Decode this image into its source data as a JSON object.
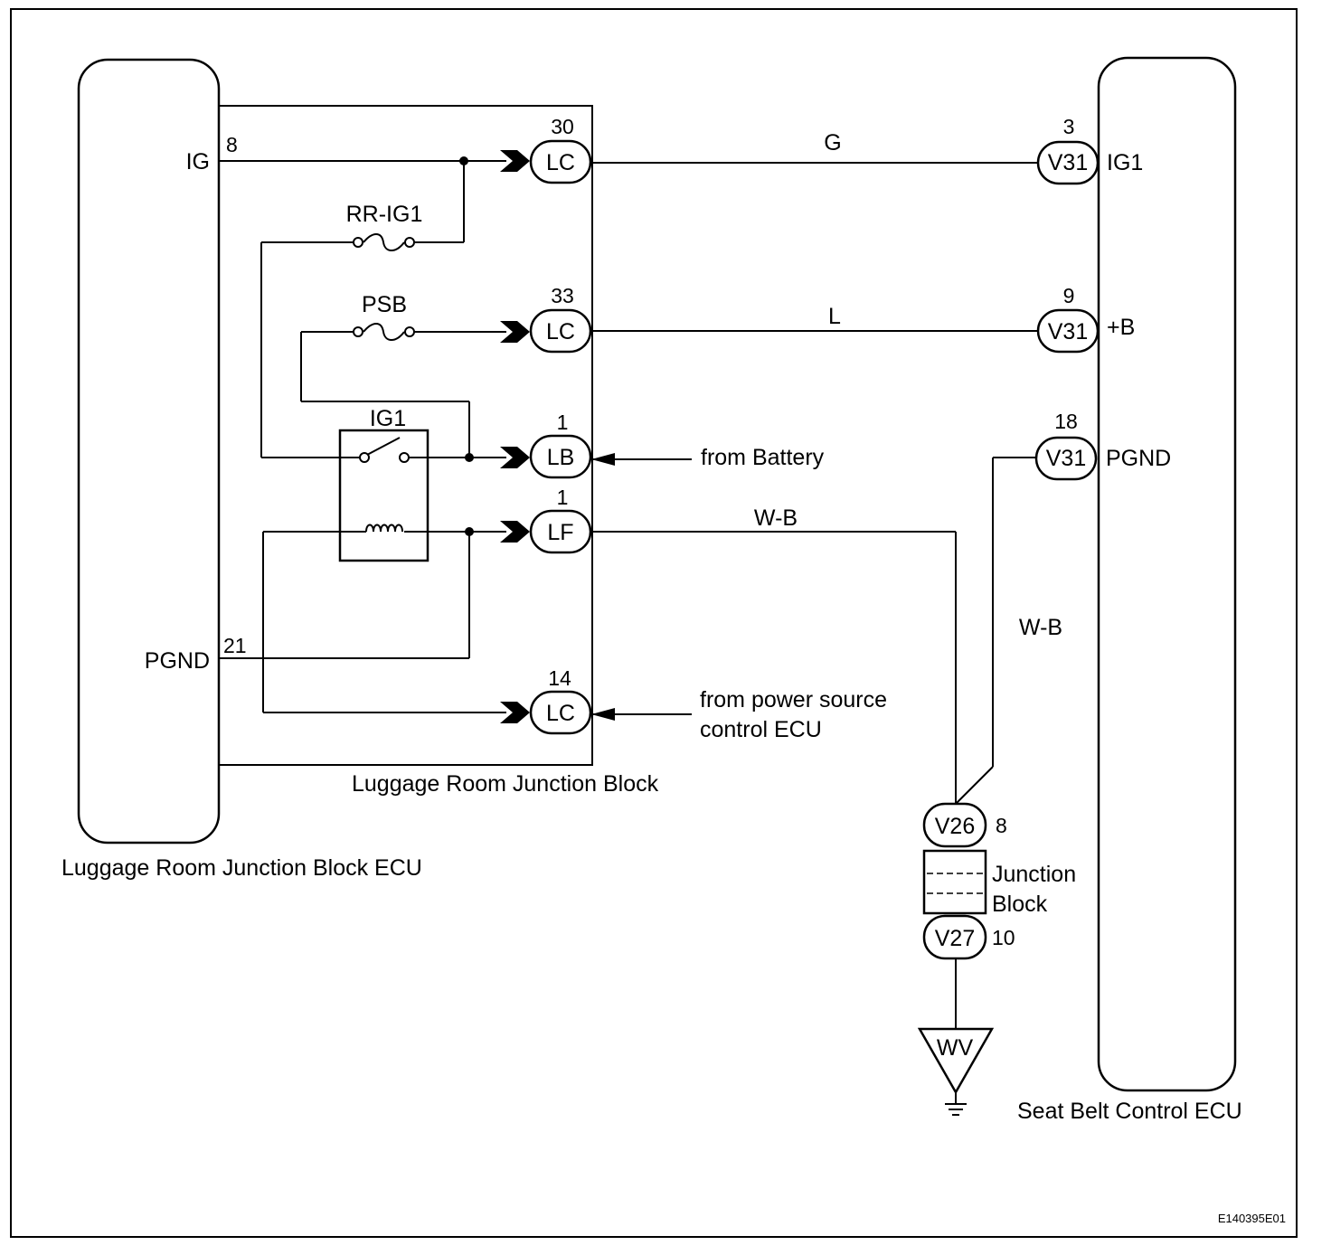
{
  "components": {
    "left_ecu": {
      "name": "Luggage Room Junction Block ECU",
      "pins": {
        "ig": {
          "label": "IG",
          "number": "8"
        },
        "pgnd": {
          "label": "PGND",
          "number": "21"
        }
      }
    },
    "junction_block": {
      "name": "Luggage Room Junction Block",
      "fuses": {
        "rr_ig1": "RR-IG1",
        "psb": "PSB"
      },
      "relay": "IG1"
    },
    "right_ecu": {
      "name": "Seat Belt Control ECU",
      "pins": {
        "ig1": {
          "label": "IG1",
          "number": "3"
        },
        "b": {
          "label": "+B",
          "number": "9"
        },
        "pgnd": {
          "label": "PGND",
          "number": "18"
        }
      }
    },
    "small_junction": {
      "line1": "Junction",
      "line2": "Block"
    }
  },
  "connectors": {
    "lc30": {
      "code": "LC",
      "pin": "30"
    },
    "lc33": {
      "code": "LC",
      "pin": "33"
    },
    "lb1": {
      "code": "LB",
      "pin": "1"
    },
    "lf1": {
      "code": "LF",
      "pin": "1"
    },
    "lc14": {
      "code": "LC",
      "pin": "14"
    },
    "v31_ig1": {
      "code": "V31"
    },
    "v31_b": {
      "code": "V31"
    },
    "v31_pgnd": {
      "code": "V31"
    },
    "v26": {
      "code": "V26",
      "pin": "8"
    },
    "v27": {
      "code": "V27",
      "pin": "10"
    }
  },
  "wires": {
    "ig1_color": "G",
    "b_color": "L",
    "lf_color": "W-B",
    "pgnd_color": "W-B"
  },
  "external": {
    "battery": "from Battery",
    "power_source_line1": "from power source",
    "power_source_line2": "control ECU"
  },
  "ground": {
    "code": "WV"
  },
  "figure_id": "E140395E01"
}
